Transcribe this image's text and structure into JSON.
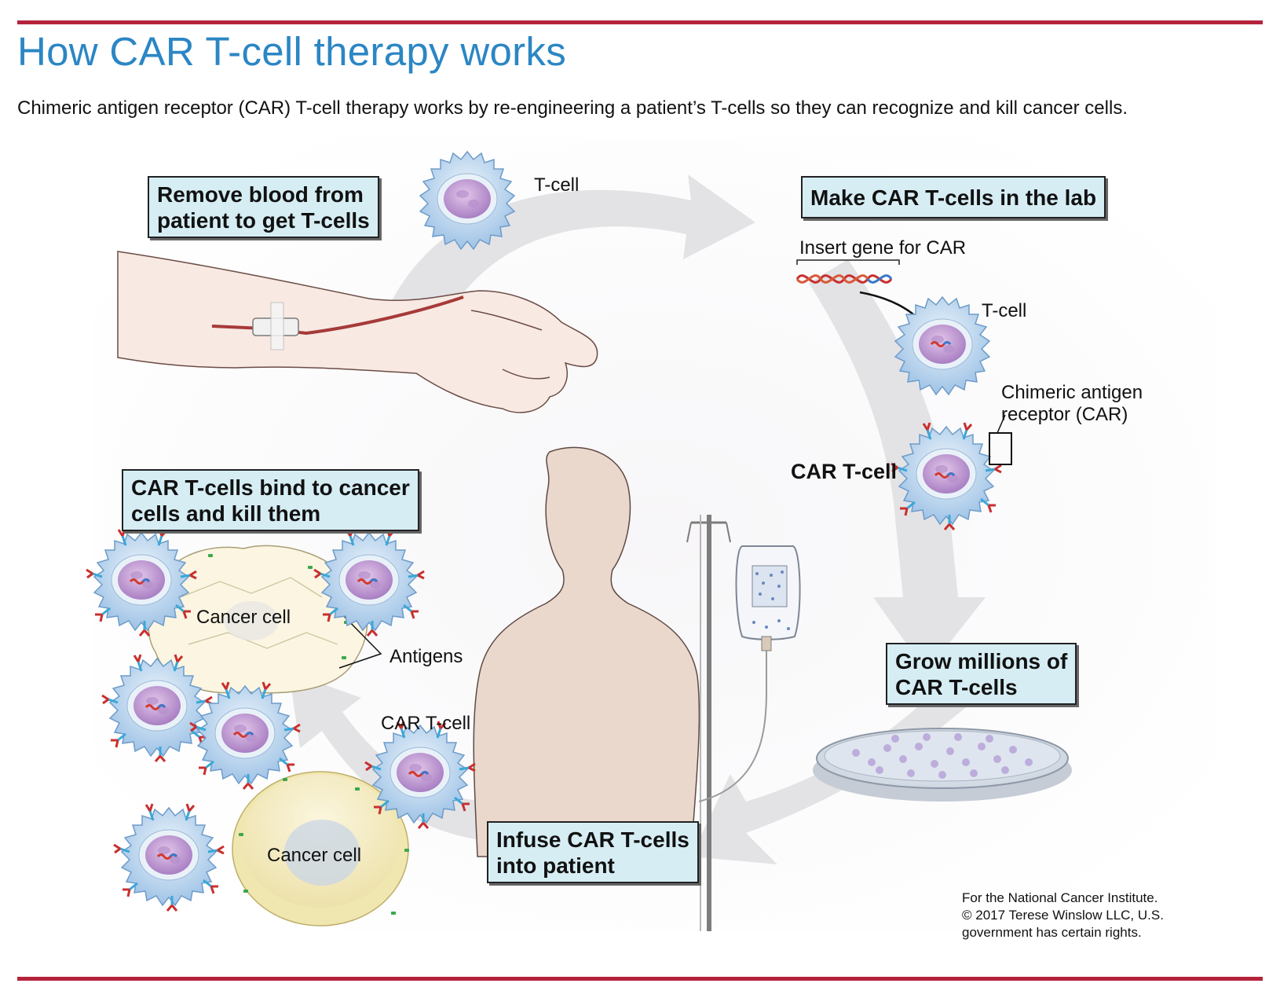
{
  "header": {
    "title": "How CAR T-cell therapy works",
    "subtitle": "Chimeric antigen receptor (CAR) T-cell therapy works by re-engineering a patient’s T-cells so they can recognize and kill cancer cells."
  },
  "steps": {
    "remove_blood": [
      "Remove blood from",
      "patient to get T-cells"
    ],
    "make_cells": [
      "Make CAR T-cells in the lab"
    ],
    "grow": [
      "Grow millions of",
      "CAR T-cells"
    ],
    "infuse": [
      "Infuse CAR T-cells",
      "into patient"
    ],
    "bind": [
      "CAR T-cells bind to cancer",
      "cells and kill them"
    ]
  },
  "labels": {
    "t_cell": "T-cell",
    "insert_gene": "Insert gene for CAR",
    "car_receptor": [
      "Chimeric antigen",
      "receptor (CAR)"
    ],
    "car_t_cell": "CAR T-cell",
    "cancer_cell": "Cancer cell",
    "antigens": "Antigens"
  },
  "credit": [
    "For the National Cancer Institute.",
    "© 2017 Terese Winslow LLC, U.S.",
    "government has certain rights."
  ],
  "colors": {
    "rule": "#b5233a",
    "title": "#2b86c4",
    "step_box": "#d6edf4",
    "flow_arrow": "#e3e3e6",
    "cell_membrane": "#b8d4ec",
    "cell_nucleus": "#c9a8d6",
    "receptor_red": "#c8302e",
    "receptor_blue": "#39a8d8",
    "antigen_green": "#3aa84a"
  }
}
